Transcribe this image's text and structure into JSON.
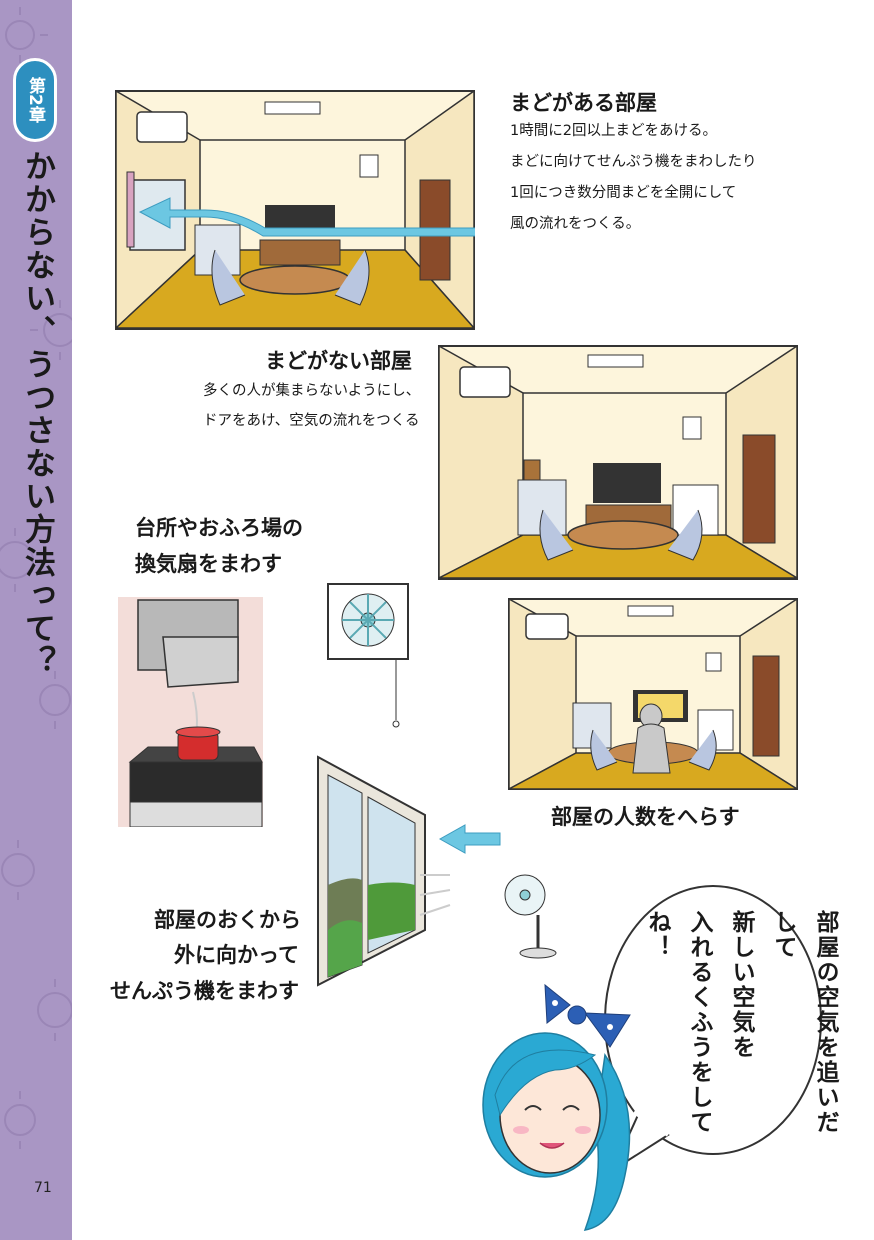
{
  "sidebar": {
    "chapter": "第2章",
    "title": "かからない、うつさない方法って？"
  },
  "page_number": "71",
  "sections": {
    "with_window": {
      "title": "まどがある部屋",
      "lines": [
        "1時間に2回以上まどをあける。",
        "まどに向けてせんぷう機をまわしたり",
        "1回につき数分間まどを全開にして",
        "風の流れをつくる。"
      ]
    },
    "no_window": {
      "title": "まどがない部屋",
      "lines": [
        "多くの人が集まらないようにし、",
        "ドアをあけ、空気の流れをつくる"
      ]
    },
    "kitchen": {
      "title_lines": [
        "台所やおふろ場の",
        "換気扇をまわす"
      ]
    },
    "fewer_people": {
      "title": "部屋の人数をへらす"
    },
    "fan": {
      "title_lines": [
        "部屋のおくから",
        "外に向かって",
        "せんぷう機をまわす"
      ]
    }
  },
  "bubble": {
    "lines": [
      "部屋の空気を追いだして",
      "新しい空気を",
      "入れるくふうをしてね！"
    ]
  },
  "colors": {
    "sidebar": "#a996c4",
    "chapter_badge": "#2d8fbf",
    "airflow_arrow": "#6cc7e2",
    "floor": "#d8a91f",
    "wall": "#fdf5dc",
    "character_hair": "#2aa9d3"
  },
  "icons": [
    "virus-pattern",
    "airflow-arrow-icon",
    "air-conditioner-icon",
    "ventilation-fan-icon",
    "electric-fan-icon",
    "pot-icon",
    "bow-icon"
  ]
}
